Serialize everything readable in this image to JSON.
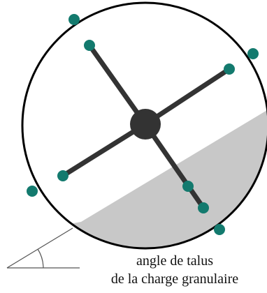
{
  "caption": {
    "line1": "angle de talus",
    "line2": "de la charge granulaire"
  },
  "colors": {
    "drum_outline": "#000000",
    "granular_charge": "#c8c8c8",
    "arms": "#333333",
    "hub": "#333333",
    "markers": "#137a6e",
    "angle_lines": "#555555",
    "text": "#111111"
  },
  "icons": {
    "markers": "teal-dot",
    "hub": "dark-circle"
  }
}
